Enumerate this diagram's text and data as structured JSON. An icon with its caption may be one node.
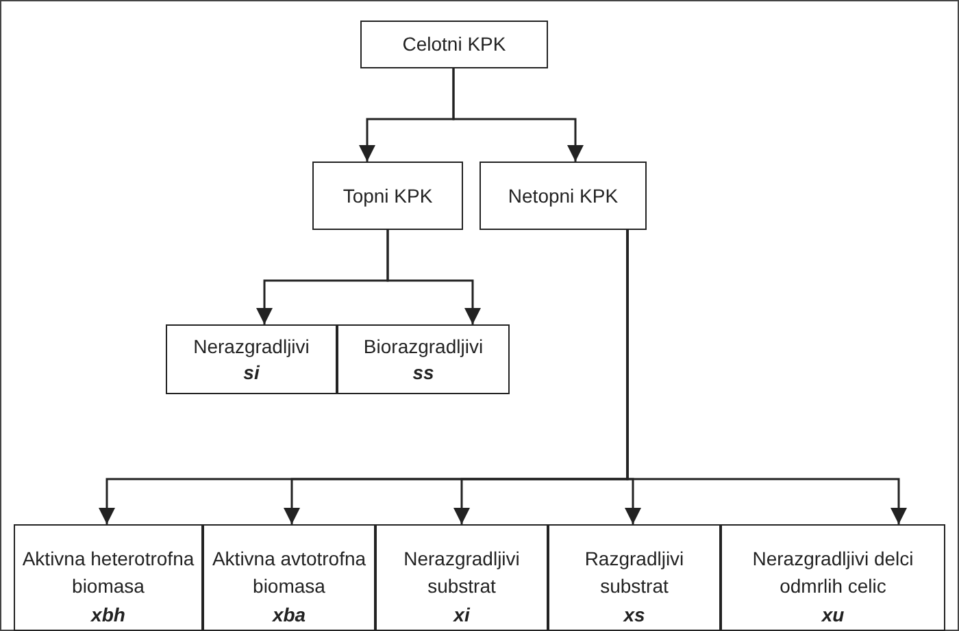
{
  "diagram": {
    "nodes": [
      {
        "text": [
          "Celotni KPK"
        ]
      },
      {
        "text": [
          "Topni KPK"
        ]
      },
      {
        "text": [
          "Netopni KPK"
        ]
      },
      {
        "text": [
          "Nerazgradljivi",
          "si"
        ]
      },
      {
        "text": [
          "Biorazgradljivi",
          "ss"
        ]
      },
      {
        "text": [
          "Aktivna heterotrofna biomasa",
          "xbh"
        ]
      },
      {
        "text": [
          "Aktivna avtotrofna biomasa",
          "xba"
        ]
      },
      {
        "text": [
          "Nerazgradljivi substrat",
          "xi"
        ]
      },
      {
        "text": [
          "Razgradljivi substrat",
          "xs"
        ]
      },
      {
        "text": [
          "Nerazgradljivi delci odmrlih celic",
          "xu"
        ]
      }
    ],
    "edges": [
      {
        "from": 0,
        "to": 1,
        "arrow": "to"
      },
      {
        "from": 0,
        "to": 2,
        "arrow": "to"
      },
      {
        "from": 1,
        "to": 3,
        "arrow": "to"
      },
      {
        "from": 1,
        "to": 4,
        "arrow": "to"
      },
      {
        "from": 2,
        "to": 5,
        "arrow": "to"
      },
      {
        "from": 2,
        "to": 6,
        "arrow": "to"
      },
      {
        "from": 2,
        "to": 7,
        "arrow": "to"
      },
      {
        "from": 2,
        "to": 8,
        "arrow": "to"
      },
      {
        "from": 2,
        "to": 9,
        "arrow": "to"
      }
    ]
  }
}
